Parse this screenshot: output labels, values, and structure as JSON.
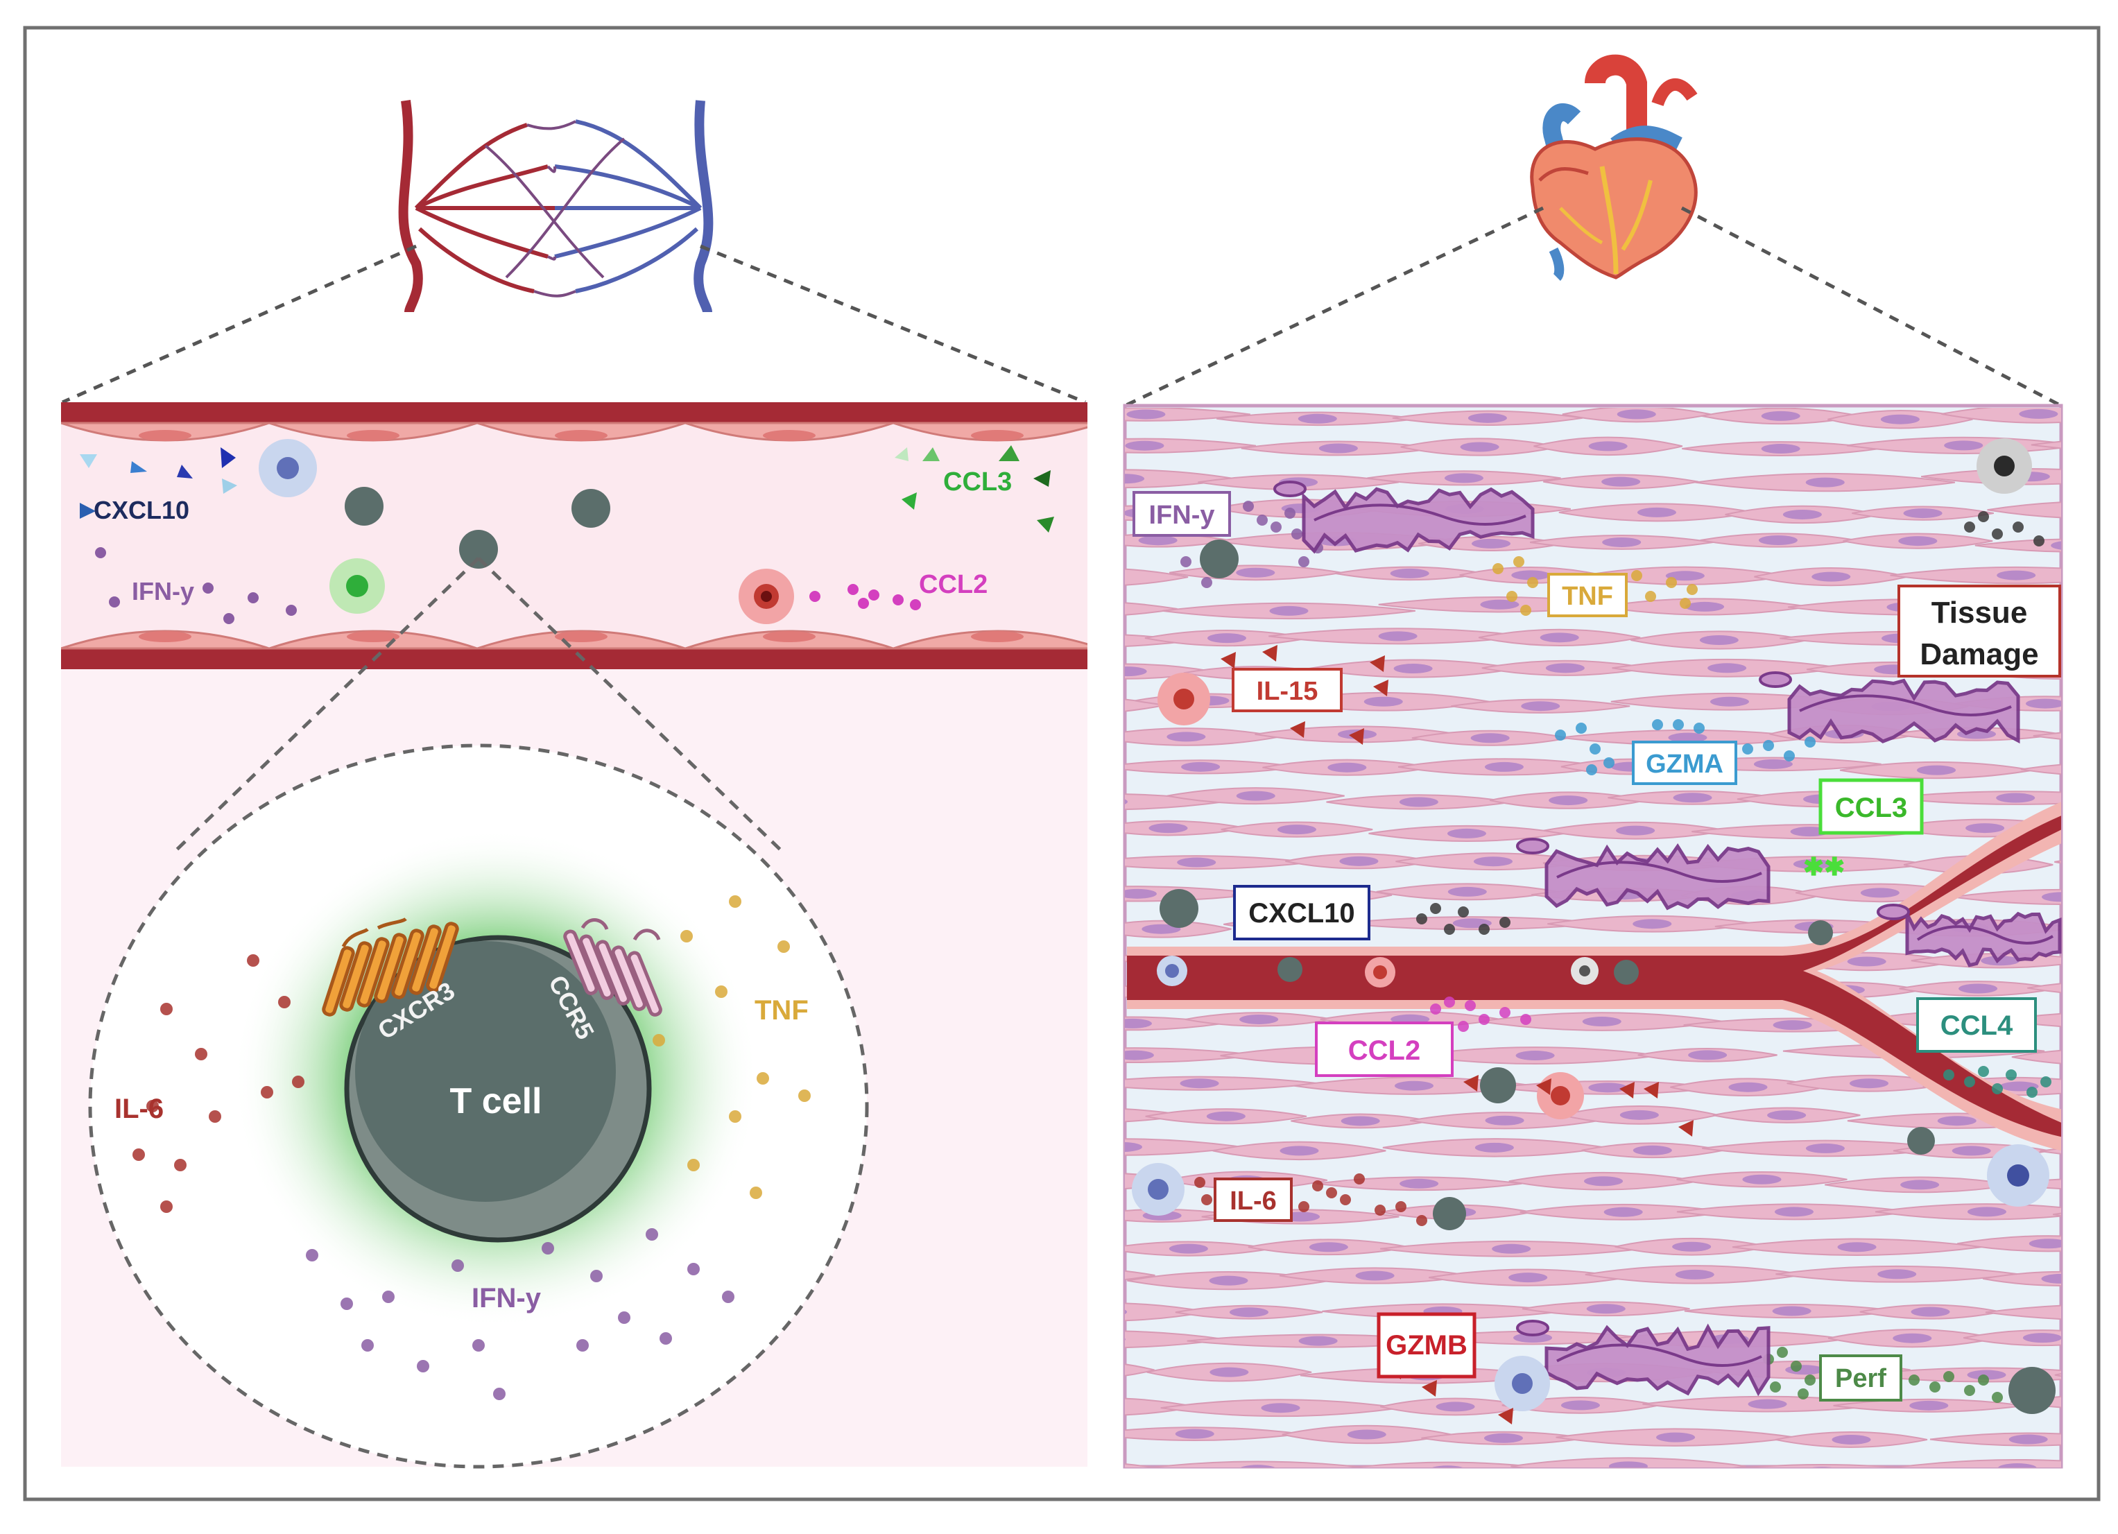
{
  "vessel_labels": {
    "cxcl10": "CXCL10",
    "ccl3": "CCL3",
    "ifn_y": "IFN-y",
    "ccl2": "CCL2"
  },
  "tcell_labels": {
    "cell": "T cell",
    "cxcr3": "CXCR3",
    "ccr5": "CCR5",
    "il6": "IL-6",
    "tnf": "TNF",
    "ifn_y": "IFN-y"
  },
  "heart_labels": {
    "ifn_y": "IFN-y",
    "tnf": "TNF",
    "tissue_damage_line1": "Tissue",
    "tissue_damage_line2": "Damage",
    "il15": "IL-15",
    "gzma": "GZMA",
    "ccl3": "CCL3",
    "cxcl10": "CXCL10",
    "ccl4": "CCL4",
    "ccl2": "CCL2",
    "il6": "IL-6",
    "gzmb": "GZMB",
    "perf": "Perf"
  },
  "colors": {
    "vessel_wall": "#a52a35",
    "vessel_lumen": "#fce9ef",
    "muscle_fill": "#eab6cb",
    "muscle_bg": "#e9f1f8",
    "tcell": "#5b6e6b",
    "cxcl10": "#1d2b5e",
    "ccl3": "#2fae3a",
    "ifn_y": "#8a5da3",
    "ccl2": "#d43fbf",
    "il6": "#a8322e",
    "tnf": "#d9a93a",
    "il15": "#c13a32",
    "gzma": "#3b9bd0",
    "ccl4": "#2c8f7e",
    "gzmb": "#c8202a",
    "perf": "#4d8a48",
    "damage": "#9a3aa0"
  }
}
